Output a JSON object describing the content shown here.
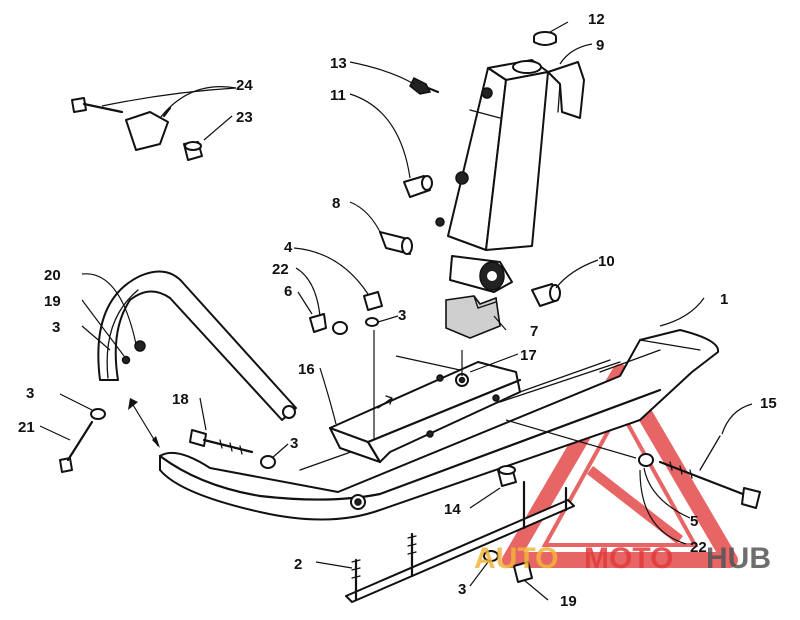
{
  "diagram": {
    "callouts": {
      "c1": "1",
      "c2": "2",
      "c3a": "3",
      "c3b": "3",
      "c3c": "3",
      "c3d": "3",
      "c3e": "3",
      "c4": "4",
      "c5": "5",
      "c6": "6",
      "c7": "7",
      "c8": "8",
      "c9": "9",
      "c10": "10",
      "c11": "11",
      "c12": "12",
      "c13": "13",
      "c14": "14",
      "c15": "15",
      "c16": "16",
      "c17": "17",
      "c18": "18",
      "c19a": "19",
      "c19b": "19",
      "c20": "20",
      "c21": "21",
      "c22a": "22",
      "c22b": "22",
      "c23": "23",
      "c24": "24"
    }
  },
  "watermark": {
    "part1": "AUTO",
    "part2": "MOTO",
    "part3": "HUB",
    "color_yellow": "#f2b53a",
    "color_red": "#e23b3b",
    "color_dark": "#555555"
  }
}
